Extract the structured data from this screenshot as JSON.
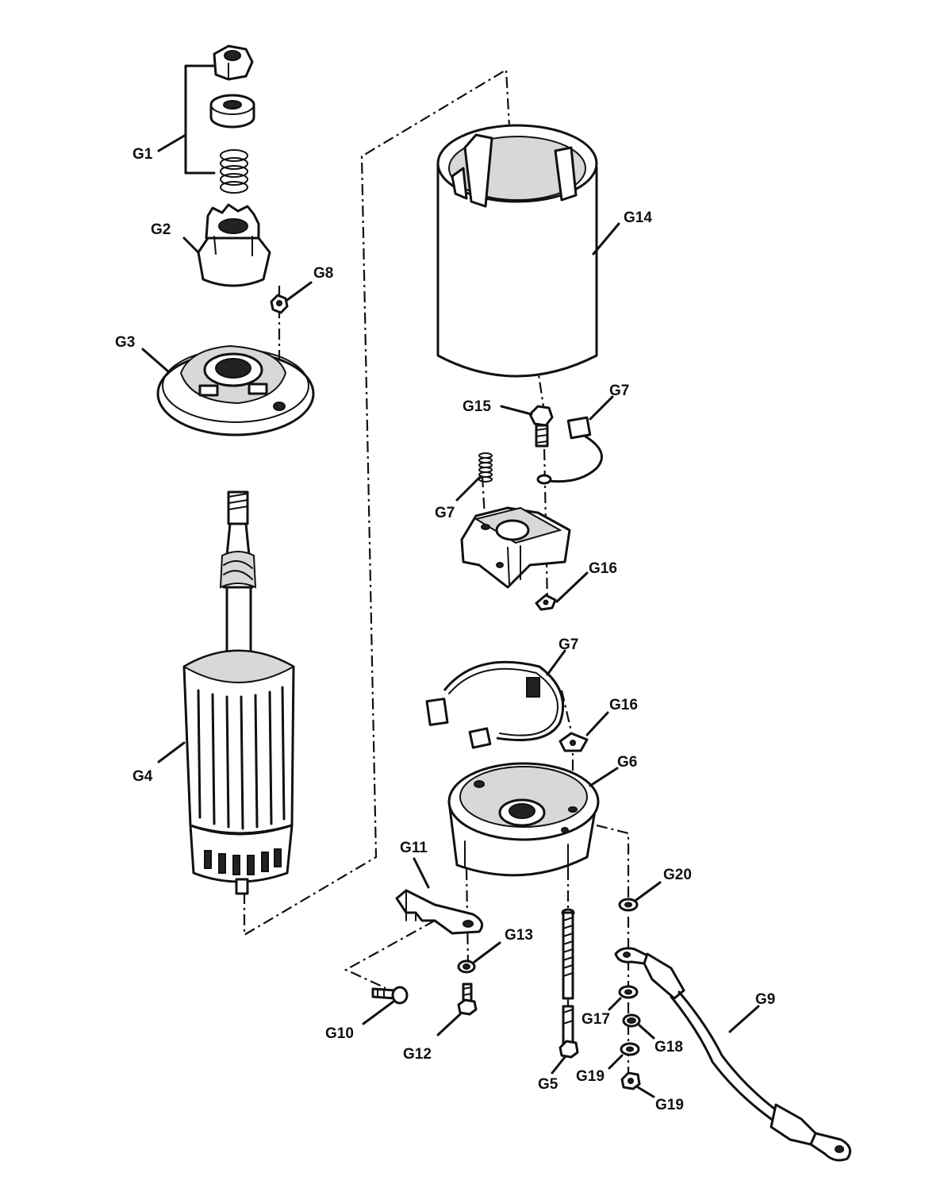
{
  "diagram": {
    "labels": {
      "G1": "G1",
      "G2": "G2",
      "G3": "G3",
      "G4": "G4",
      "G5": "G5",
      "G6": "G6",
      "G7a": "G7",
      "G7b": "G7",
      "G7c": "G7",
      "G8": "G8",
      "G9": "G9",
      "G10": "G10",
      "G11": "G11",
      "G12": "G12",
      "G13": "G13",
      "G14": "G14",
      "G15": "G15",
      "G16a": "G16",
      "G16b": "G16",
      "G17": "G17",
      "G18": "G18",
      "G19a": "G19",
      "G19b": "G19",
      "G20": "G20"
    }
  }
}
